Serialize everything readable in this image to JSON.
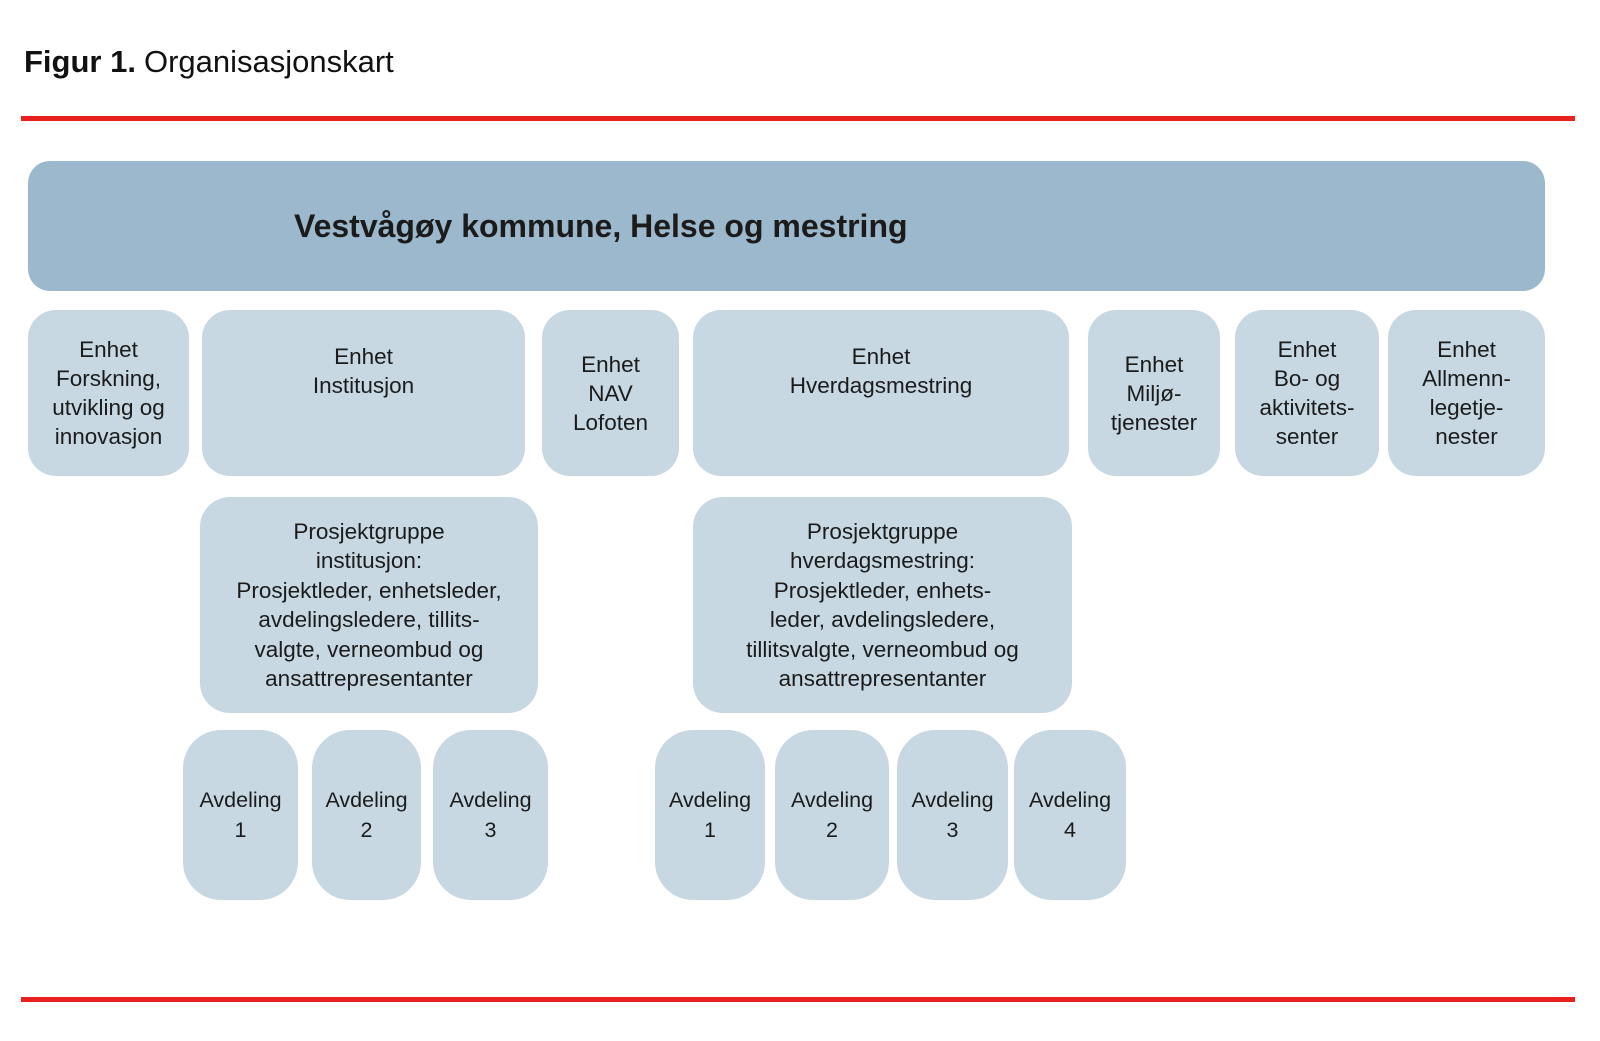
{
  "figure": {
    "label": "Figur 1.",
    "title": "Organisasjonskart"
  },
  "org": {
    "root": "Vestvågøy kommune, Helse og mestring",
    "units": [
      {
        "name": "Enhet\nForskning,\nutvikling og\ninnovasjon"
      },
      {
        "name": "Enhet\nInstitusjon"
      },
      {
        "name": "Enhet\nNAV\nLofoten"
      },
      {
        "name": "Enhet\nHverdagsmestring"
      },
      {
        "name": "Enhet\nMiljø-\ntjenester"
      },
      {
        "name": "Enhet\nBo- og\naktivitets-\nsenter"
      },
      {
        "name": "Enhet\nAllmenn-\nlegetje-\nnester"
      }
    ],
    "project_groups": [
      {
        "name": "Prosjektgruppe\ninstitusjon:\nProsjektleder, enhetsleder,\navdelingsledere, tillits-\nvalgte, verneombud og\nansattrepresentanter"
      },
      {
        "name": "Prosjektgruppe\nhverdagsmestring:\nProsjektleder, enhets-\nleder, avdelingsledere,\ntillitsvalgte, verneombud og\nansattrepresentanter"
      }
    ],
    "department_rows": [
      {
        "items": [
          "Avdeling\n1",
          "Avdeling\n2",
          "Avdeling\n3"
        ]
      },
      {
        "items": [
          "Avdeling\n1",
          "Avdeling\n2",
          "Avdeling\n3",
          "Avdeling\n4"
        ]
      }
    ]
  },
  "colors": {
    "root_box": "#9cb8cc",
    "node_box": "#c7d8e2",
    "rule": "#e8211d",
    "text": "#1b1b1b"
  }
}
